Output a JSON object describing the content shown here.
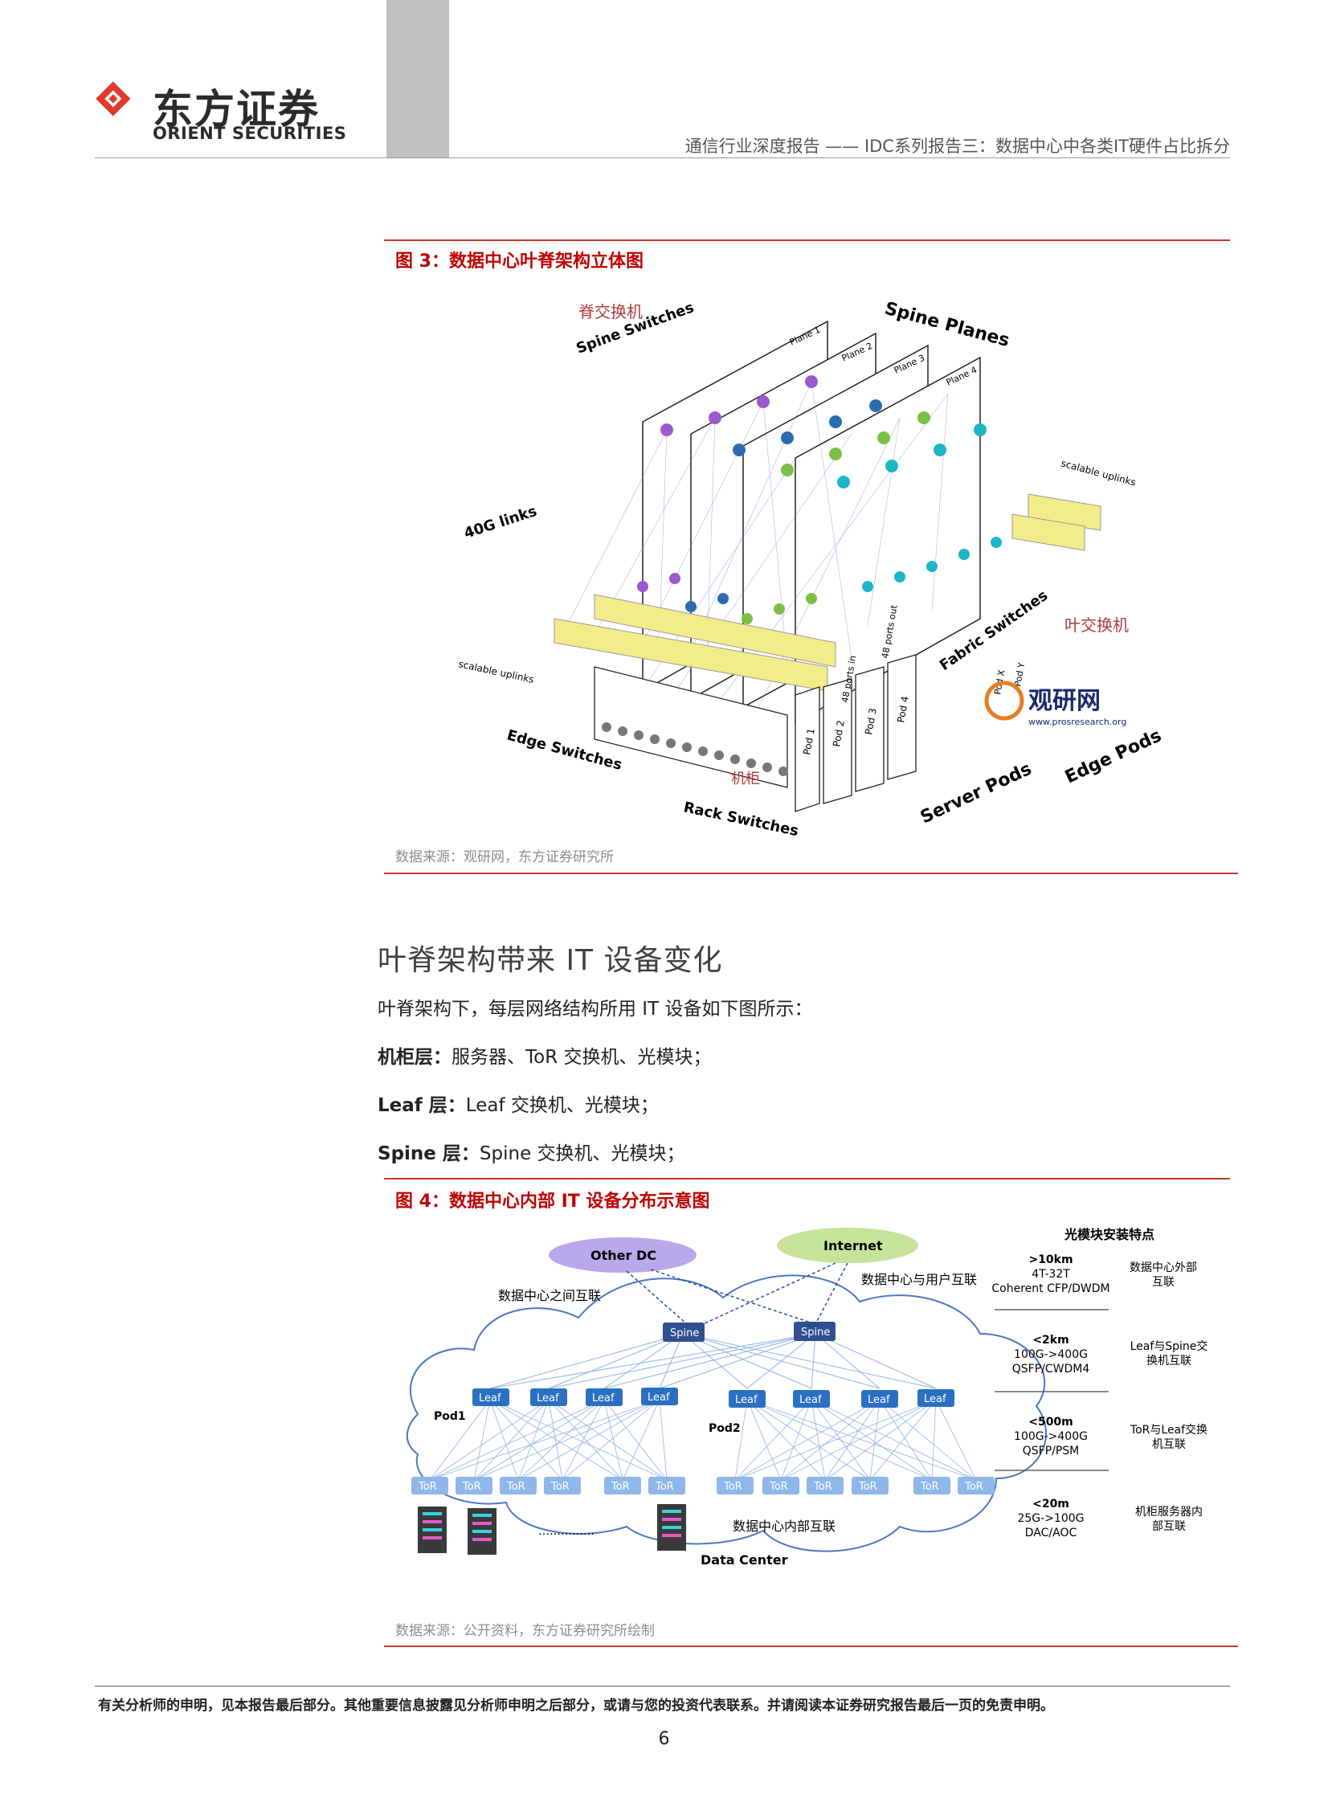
{
  "header": {
    "logo_cn": "东方证券",
    "logo_en": "ORIENT SECURITIES",
    "report_title": "通信行业深度报告 —— IDC系列报告三：数据中心中各类IT硬件占比拆分"
  },
  "figure3": {
    "title": "图 3：数据中心叶脊架构立体图",
    "source": "数据来源：观研网，东方证券研究所",
    "labels": {
      "spine_cn": "脊交换机",
      "spine_switches": "Spine Switches",
      "spine_planes": "Spine Planes",
      "plane1": "Plane 1",
      "plane2": "Plane 2",
      "plane3": "Plane 3",
      "plane4": "Plane 4",
      "links_40g": "40G links",
      "scalable_uplinks": "scalable uplinks",
      "scalable_uplinks_left": "scalable uplinks",
      "edge_switches": "Edge Switches",
      "rack_cn": "机柜",
      "rack_switches": "Rack Switches",
      "server_pods": "Server Pods",
      "edge_pods": "Edge Pods",
      "fabric_switches": "Fabric Switches",
      "leaf_cn": "叶交换机",
      "ports_out": "48 ports out",
      "ports_in": "48 ports in",
      "pod1": "Pod 1",
      "pod2": "Pod 2",
      "pod3": "Pod 3",
      "pod4": "Pod 4",
      "podx": "Pod X",
      "pody": "Pod Y",
      "watermark_cn": "观研网",
      "watermark_url": "www.prosresearch.org"
    }
  },
  "section": {
    "title": "叶脊架构带来 IT 设备变化",
    "intro": "叶脊架构下，每层网络结构所用 IT 设备如下图所示：",
    "items": [
      {
        "label": "机柜层：",
        "text": "服务器、ToR 交换机、光模块；"
      },
      {
        "label": "Leaf 层：",
        "text": "Leaf 交换机、光模块；"
      },
      {
        "label": "Spine 层：",
        "text": "Spine 交换机、光模块；"
      }
    ]
  },
  "figure4": {
    "title": "图 4：数据中心内部 IT 设备分布示意图",
    "source": "数据来源：公开资料，东方证券研究所绘制",
    "other_dc": "Other DC",
    "internet": "Internet",
    "inter_dc": "数据中心之间互联",
    "user_link": "数据中心与用户互联",
    "spine": "Spine",
    "leaf": "Leaf",
    "tor": "ToR",
    "pod1": "Pod1",
    "pod2": "Pod2",
    "dots": "……………",
    "internal_link": "数据中心内部互联",
    "data_center": "Data Center",
    "table_header": "光模块安装特点",
    "rows": [
      {
        "dist": ">10km",
        "line1": "4T-32T",
        "line2": "Coherent CFP/DWDM",
        "desc1": "数据中心外部",
        "desc2": "互联"
      },
      {
        "dist": "<2km",
        "line1": "100G->400G",
        "line2": "QSFP/CWDM4",
        "desc1": "Leaf与Spine交",
        "desc2": "换机互联"
      },
      {
        "dist": "<500m",
        "line1": "100G->400G",
        "line2": "QSFP/PSM",
        "desc1": "ToR与Leaf交换",
        "desc2": "机互联"
      },
      {
        "dist": "<20m",
        "line1": "25G->100G",
        "line2": "DAC/AOC",
        "desc1": "机柜服务器内",
        "desc2": "部互联"
      }
    ]
  },
  "footer": {
    "disclaimer": "有关分析师的申明，见本报告最后部分。其他重要信息披露见分析师申明之后部分，或请与您的投资代表联系。并请阅读本证券研究报告最后一页的免责申明。",
    "page": "6"
  }
}
